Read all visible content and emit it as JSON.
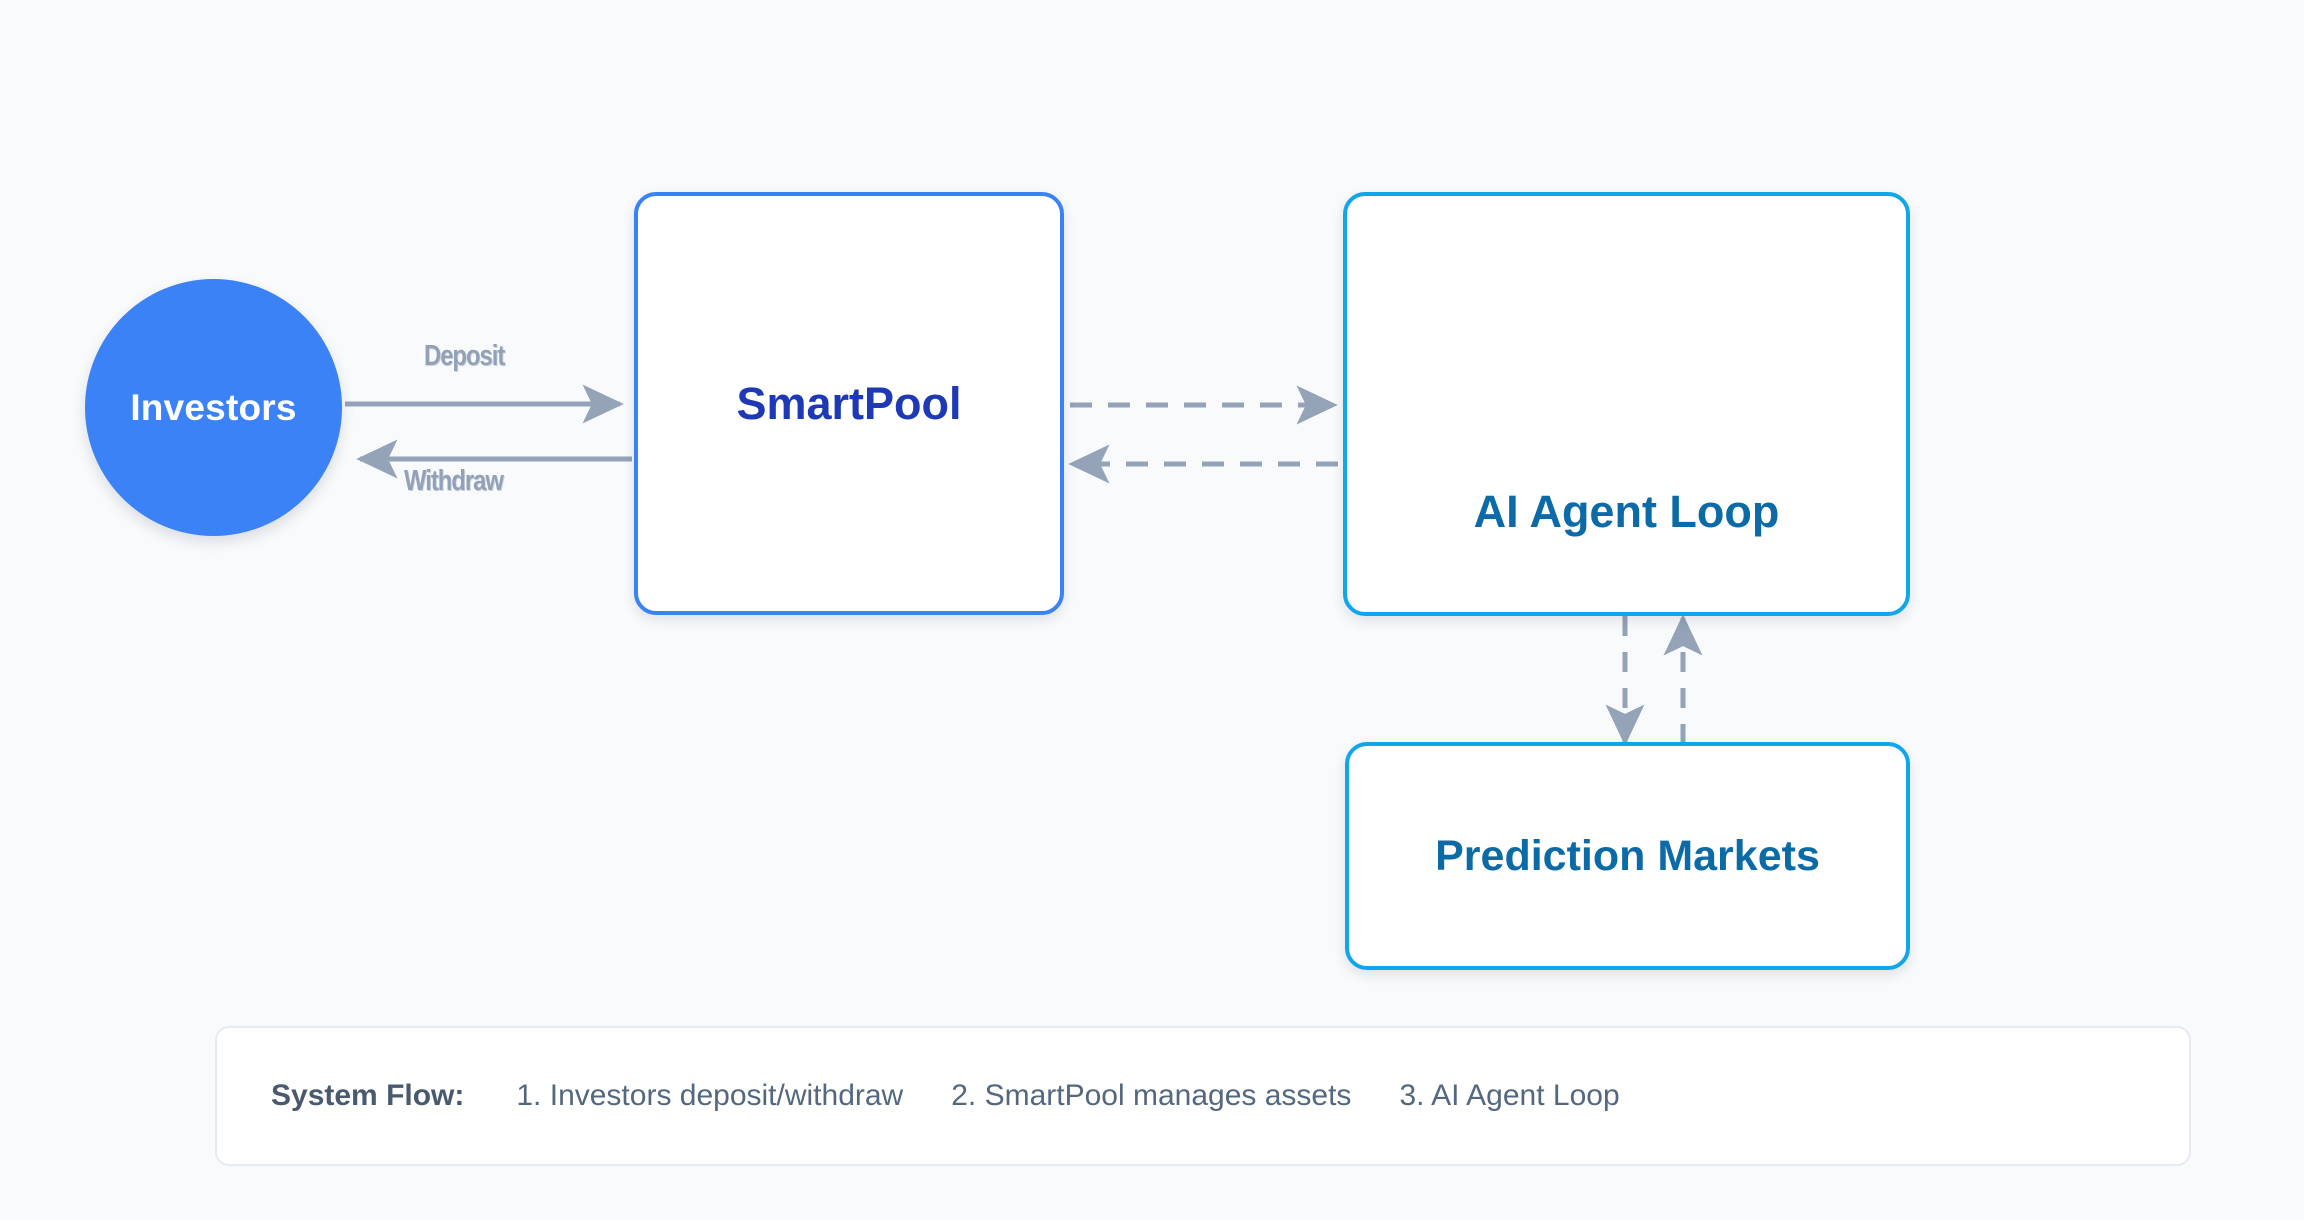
{
  "diagram": {
    "background_color": "#f8fafc",
    "nodes": [
      {
        "id": "investors",
        "label": "Investors",
        "shape": "circle",
        "fill_color": "#3b82f6",
        "text_color": "#ffffff"
      },
      {
        "id": "smartpool",
        "label": "SmartPool",
        "shape": "rounded-rect",
        "border_color": "#3b82f6",
        "text_color": "#1d39b5",
        "fill_color": "#ffffff"
      },
      {
        "id": "agent_loop",
        "label": "AI Agent Loop",
        "shape": "rounded-rect",
        "border_color": "#10a6ea",
        "text_color": "#0c6ba6",
        "fill_color": "#ffffff"
      },
      {
        "id": "prediction_markets",
        "label": "Prediction Markets",
        "shape": "rounded-rect",
        "border_color": "#10a6ea",
        "text_color": "#0c6ba6",
        "fill_color": "#ffffff"
      }
    ],
    "edges": [
      {
        "id": "deposit",
        "from": "investors",
        "to": "smartpool",
        "label": "Deposit",
        "style": "solid",
        "color": "#94a3b8"
      },
      {
        "id": "withdraw",
        "from": "smartpool",
        "to": "investors",
        "label": "Withdraw",
        "style": "solid",
        "color": "#94a3b8"
      },
      {
        "id": "pool-to-agent",
        "from": "smartpool",
        "to": "agent_loop",
        "label": "",
        "style": "dashed",
        "color": "#94a3b8"
      },
      {
        "id": "agent-to-pool",
        "from": "agent_loop",
        "to": "smartpool",
        "label": "",
        "style": "dashed",
        "color": "#94a3b8"
      },
      {
        "id": "agent-to-markets",
        "from": "agent_loop",
        "to": "prediction_markets",
        "label": "",
        "style": "dashed",
        "color": "#94a3b8"
      },
      {
        "id": "markets-to-agent",
        "from": "prediction_markets",
        "to": "agent_loop",
        "label": "",
        "style": "dashed",
        "color": "#94a3b8"
      }
    ]
  },
  "flow_bar": {
    "title": "System Flow:",
    "steps": [
      "1. Investors deposit/withdraw",
      "2. SmartPool manages assets",
      "3. AI Agent Loop"
    ]
  }
}
